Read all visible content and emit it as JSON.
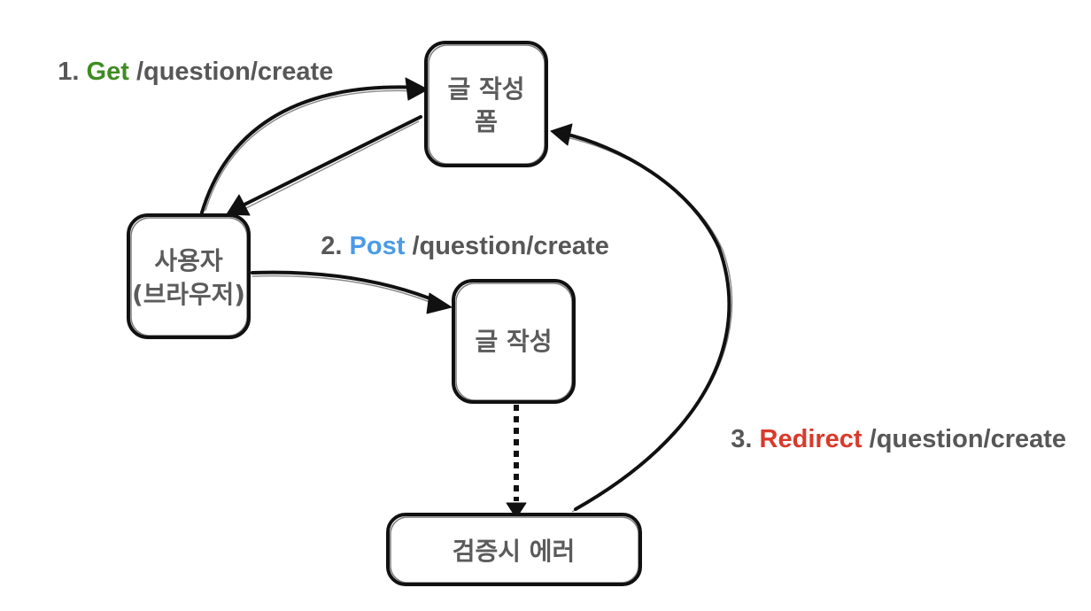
{
  "colors": {
    "text": "#575757",
    "get": "#3f8c22",
    "post": "#4a9be6",
    "redirect": "#d93a2b",
    "stroke": "#111111"
  },
  "nodes": {
    "form_page": {
      "lines": [
        "글 작성",
        "폼"
      ]
    },
    "user_browser": {
      "lines": [
        "사용자",
        "(브라우저)"
      ]
    },
    "write_post": {
      "lines": [
        "글 작성"
      ]
    },
    "validation_error": {
      "lines": [
        "검증시 에러"
      ]
    }
  },
  "steps": [
    {
      "num": "1. ",
      "method": "Get",
      "path": " /question/create",
      "color": "#3f8c22"
    },
    {
      "num": "2. ",
      "method": "Post",
      "path": " /question/create",
      "color": "#4a9be6"
    },
    {
      "num": "3. ",
      "method": "Redirect",
      "path": " /question/create",
      "color": "#d93a2b"
    }
  ]
}
